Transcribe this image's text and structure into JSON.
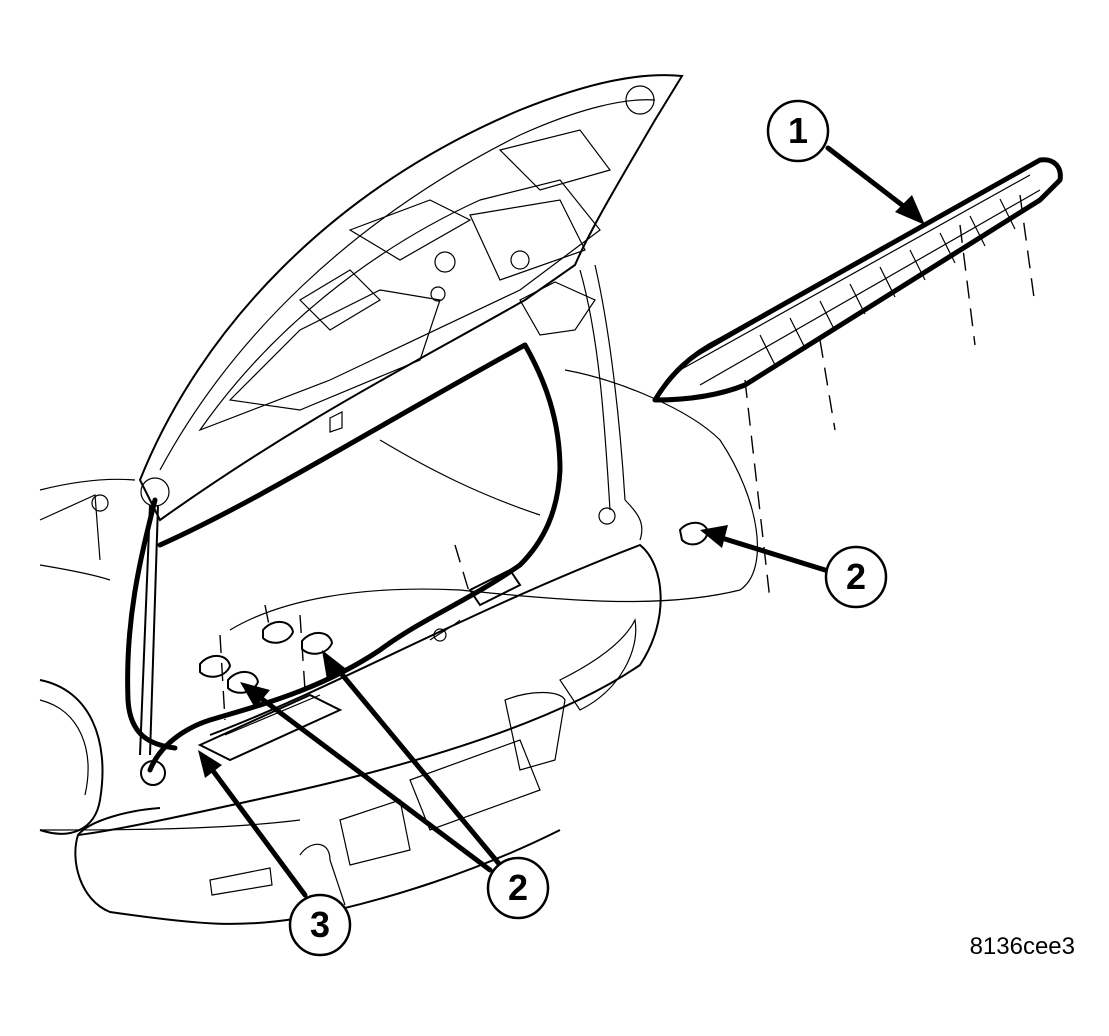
{
  "figure_id": "8136cee3",
  "callouts": [
    {
      "label": "1"
    },
    {
      "label": "2"
    },
    {
      "label": "2"
    },
    {
      "label": "3"
    }
  ]
}
